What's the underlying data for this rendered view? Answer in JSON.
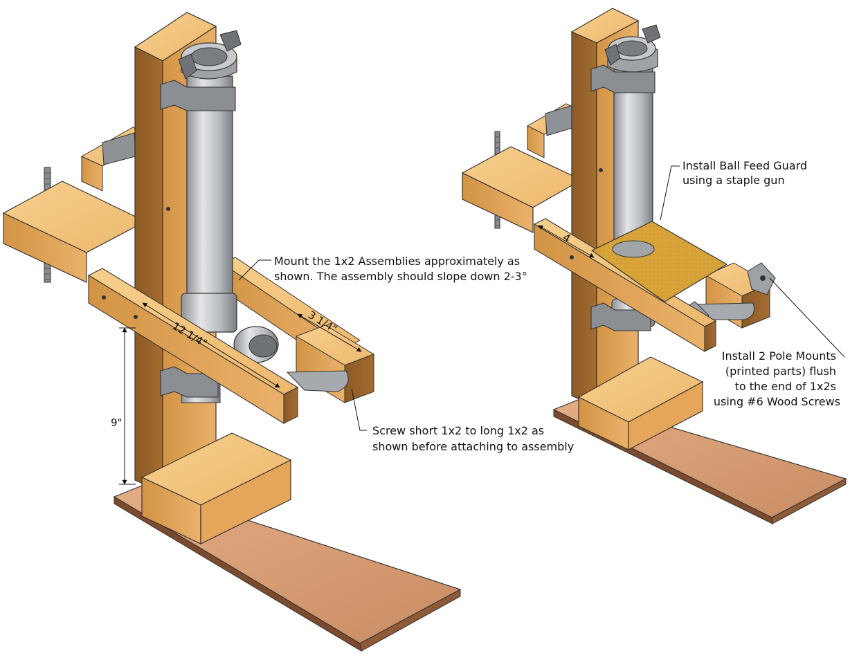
{
  "left_assembly": {
    "callout_mount": [
      "Mount the 1x2 Assemblies approximately as",
      "shown.  The assembly should slope down 2-3°"
    ],
    "callout_screw": [
      "Screw short 1x2 to long 1x2 as",
      "shown before attaching to assembly"
    ],
    "dim_long": "12 1/4\"",
    "dim_short": "3 1/4\"",
    "dim_height": "9\""
  },
  "right_assembly": {
    "callout_guard": [
      "Install Ball Feed Guard",
      "using a staple gun"
    ],
    "callout_pole": [
      "Install 2 Pole Mounts",
      "(printed parts) flush",
      "to the end of 1x2s",
      "using #6 Wood Screws"
    ],
    "dim_offset": "4"
  },
  "colors": {
    "wood_light": "#f2c07a",
    "wood_mid": "#e2a55c",
    "wood_dark": "#a8702f",
    "base_top": "#d99a72",
    "pipe": "#b9bcc1",
    "metal_dark": "#6f7276",
    "guard": "#d9a53b"
  }
}
